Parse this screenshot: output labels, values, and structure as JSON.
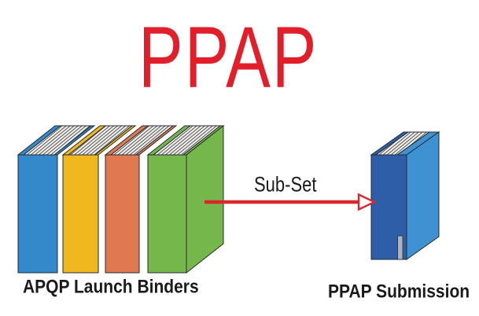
{
  "title": {
    "text": "PPAP",
    "color": "#E01F2B"
  },
  "diagram": {
    "left_group": {
      "label": "APQP Launch Binders",
      "binders": [
        {
          "name": "blue",
          "color": "#3389C9"
        },
        {
          "name": "yellow",
          "color": "#F0B71E"
        },
        {
          "name": "orange",
          "color": "#E0794F"
        },
        {
          "name": "green",
          "color": "#76B74B"
        }
      ],
      "pages_color": "#F2F1EE"
    },
    "arrow": {
      "label": "Sub-Set",
      "color": "#D9272E"
    },
    "right_binder": {
      "label": "PPAP Submission",
      "spine_color": "#2E5EA8",
      "cover_color": "#3F92D1",
      "page_edge_color": "#AFB5BA"
    }
  },
  "background": "#FFFFFF"
}
